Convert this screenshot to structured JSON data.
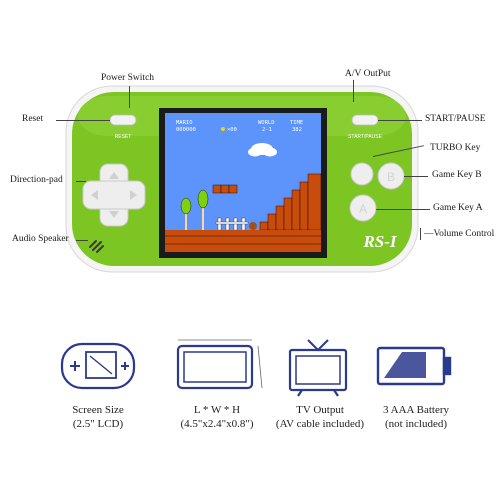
{
  "device": {
    "brand": "RS-I",
    "reset_label": "RESET",
    "start_label": "START/PAUSE",
    "button_b": "B",
    "button_a": "A",
    "body_color": "#7dc523",
    "frame_color": "#f5f5f5"
  },
  "game_screen": {
    "hud_left_1": "MARIO",
    "hud_left_2": "000000",
    "hud_coins": "×00",
    "hud_mid_1": "WORLD",
    "hud_mid_2": "2-1",
    "hud_right_1": "TIME",
    "hud_right_2": "382",
    "sky_color": "#5c94fc"
  },
  "callouts": {
    "power_switch": "Power Switch",
    "av_output": "A/V OutPut",
    "reset": "Reset",
    "start_pause": "START/PAUSE",
    "turbo_key": "TURBO Key",
    "direction_pad": "Direction-pad",
    "game_key_b": "Game Key B",
    "game_key_a": "Game Key A",
    "audio_speaker": "Audio Speaker",
    "volume_control": "Volume Control"
  },
  "features": [
    {
      "line1": "Screen Size",
      "line2": "(2.5\" LCD)",
      "icon": "handheld-console-icon"
    },
    {
      "line1": "L * W * H",
      "line2": "(4.5\"x2.4\"x0.8\")",
      "icon": "dimensions-device-icon"
    },
    {
      "line1": "TV Output",
      "line2": "(AV cable included)",
      "icon": "tv-icon"
    },
    {
      "line1": "3 AAA Battery",
      "line2": "(not included)",
      "icon": "battery-icon"
    }
  ],
  "icon_color": "#2b3a8c"
}
